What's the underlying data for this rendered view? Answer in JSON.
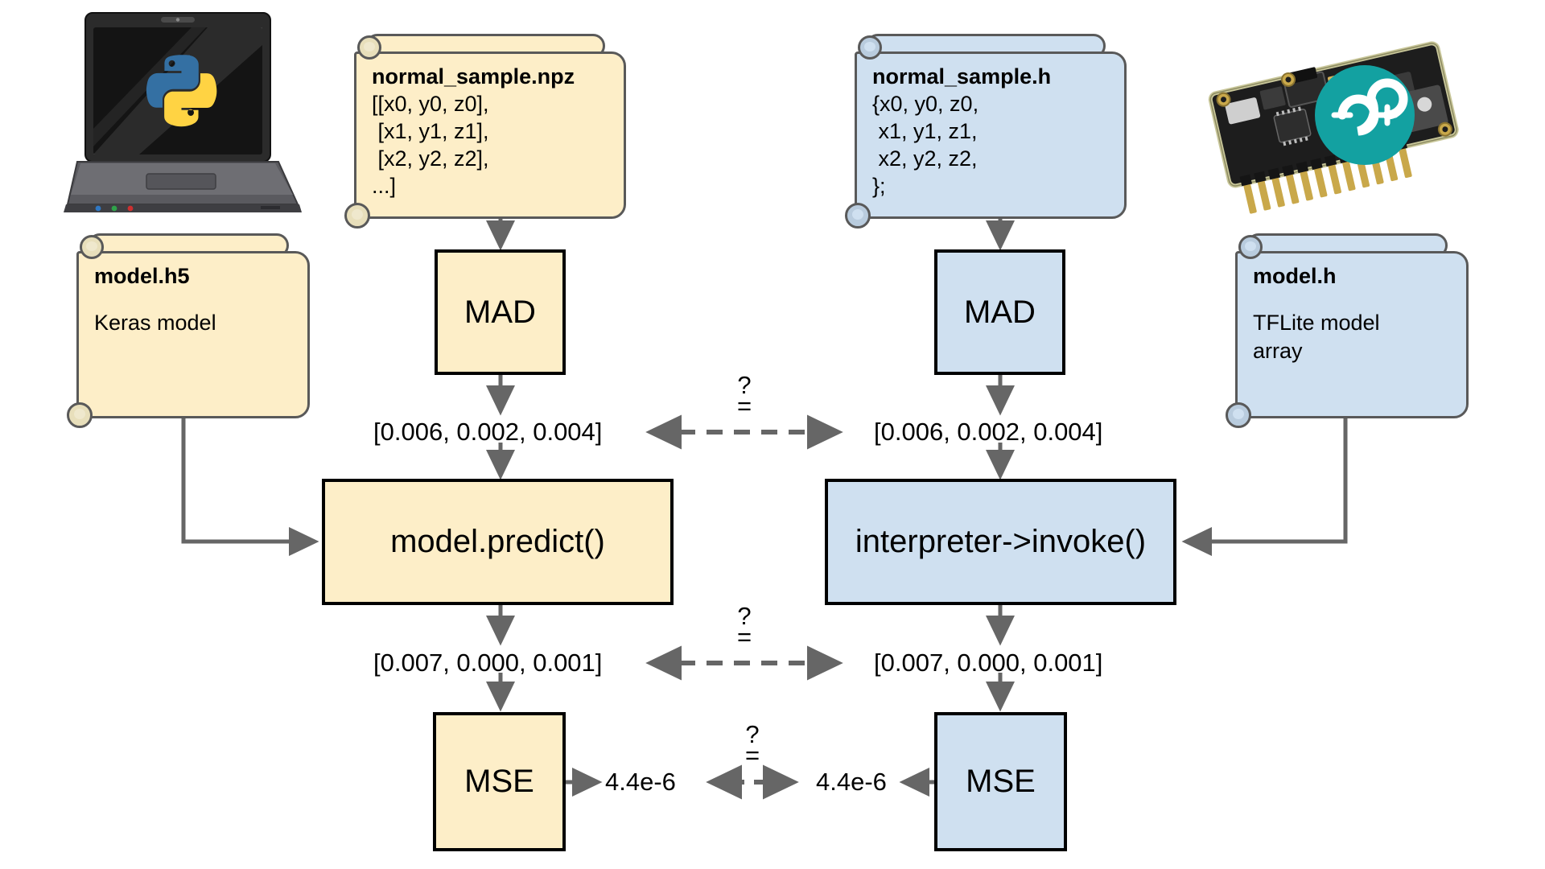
{
  "diagram": {
    "title": "Keras vs TFLite micro validation flow",
    "colors": {
      "python_side": "#fdeec8",
      "arduino_side": "#cfe0f0",
      "arrow": "#666666",
      "border": "#000000",
      "note_border": "#595959",
      "arduino_teal": "#13a1a1",
      "python_blue": "#3470a3",
      "python_yellow": "#ffd343"
    },
    "left_column": {
      "platform_icon": "python-laptop-icon",
      "data_note": {
        "title": "normal_sample.npz",
        "lines": "[[x0, y0, z0],\n [x1, y1, z1],\n [x2, y2, z2],\n...]"
      },
      "model_note": {
        "title": "model.h5",
        "subtitle": "Keras model"
      },
      "mad_box": "MAD",
      "mad_output": "[0.006, 0.002, 0.004]",
      "predict_box": "model.predict()",
      "predict_output": "[0.007, 0.000, 0.001]",
      "mse_box": "MSE",
      "mse_output": "4.4e-6"
    },
    "right_column": {
      "platform_icon": "arduino-board-icon",
      "data_note": {
        "title": "normal_sample.h",
        "lines": "{x0, y0, z0,\n x1, y1, z1,\n x2, y2, z2,\n};"
      },
      "model_note": {
        "title": "model.h",
        "subtitle": "TFLite model\narray"
      },
      "mad_box": "MAD",
      "mad_output": "[0.006, 0.002, 0.004]",
      "invoke_box": "interpreter->invoke()",
      "invoke_output": "[0.007, 0.000, 0.001]",
      "mse_box": "MSE",
      "mse_output": "4.4e-6"
    },
    "comparisons": [
      {
        "question": "?",
        "equals": "=",
        "name": "mad-output-comparison"
      },
      {
        "question": "?",
        "equals": "=",
        "name": "model-output-comparison"
      },
      {
        "question": "?",
        "equals": "=",
        "name": "mse-comparison"
      }
    ]
  }
}
